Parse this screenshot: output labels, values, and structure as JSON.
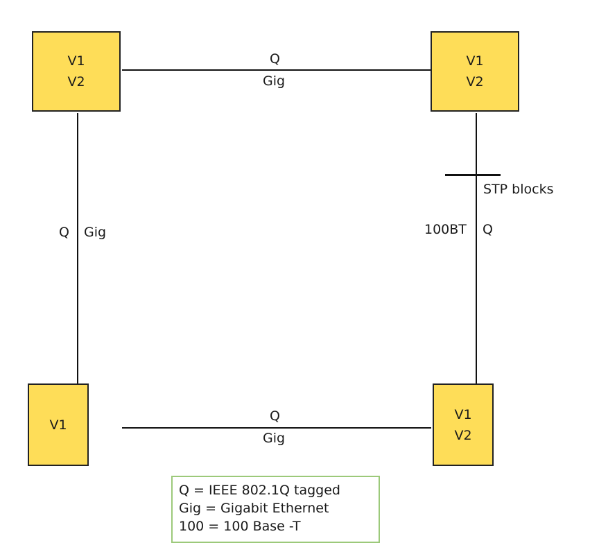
{
  "switches": {
    "top_left": {
      "vlans": [
        "V1",
        "V2"
      ]
    },
    "top_right": {
      "vlans": [
        "V1",
        "V2"
      ]
    },
    "bottom_left": {
      "vlans": [
        "V1"
      ]
    },
    "bottom_right": {
      "vlans": [
        "V1",
        "V2"
      ]
    }
  },
  "links": {
    "top": {
      "above": "Q",
      "below": "Gig"
    },
    "bottom": {
      "above": "Q",
      "below": "Gig"
    },
    "left": {
      "left": "Q",
      "right": "Gig"
    },
    "right": {
      "left": "100BT",
      "right": "Q",
      "blocked_label": "STP blocks"
    }
  },
  "legend": {
    "lines": [
      "Q = IEEE 802.1Q tagged",
      "Gig = Gigabit Ethernet",
      "100 = 100 Base -T"
    ]
  },
  "colors": {
    "switch_fill": "#fedd58",
    "legend_border": "#9cc97a"
  }
}
